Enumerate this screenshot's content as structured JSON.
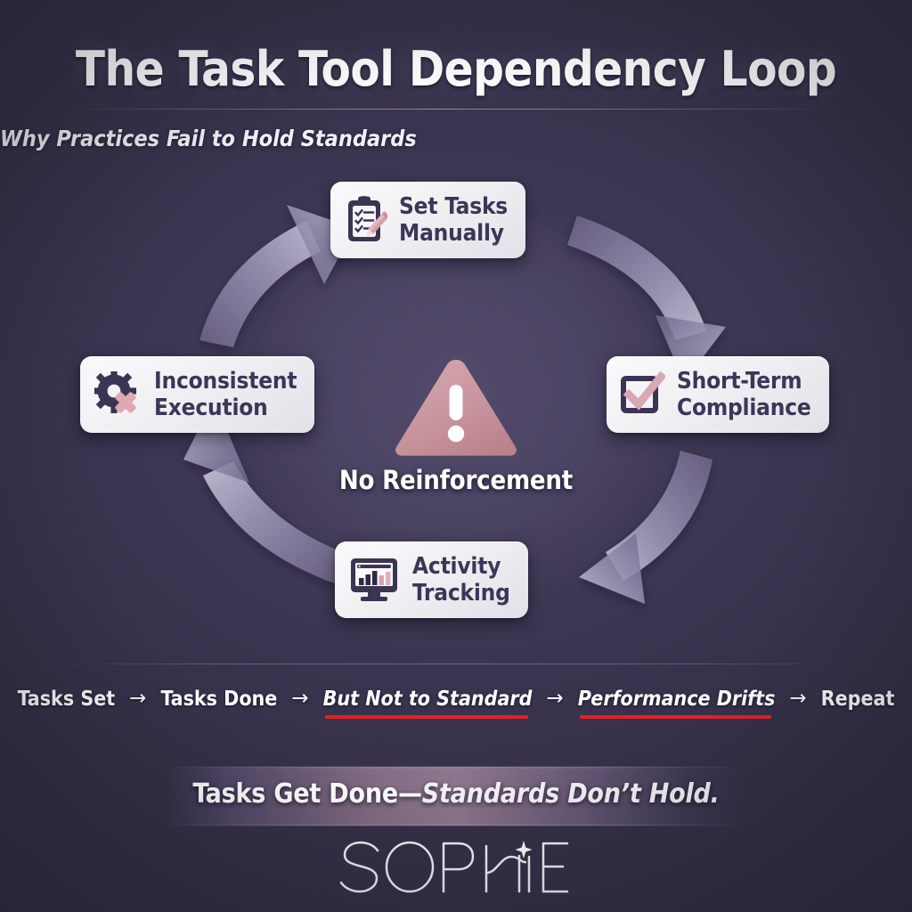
{
  "header": {
    "title": "The Task Tool Dependency Loop",
    "subtitle": "Why Practices Fail to Hold Standards"
  },
  "cycle": {
    "nodes": [
      {
        "id": "set-tasks-manually",
        "label": "Set Tasks\nManually",
        "icon": "clipboard-checklist-pencil-icon",
        "position": "top"
      },
      {
        "id": "short-term-compliance",
        "label": "Short-Term\nCompliance",
        "icon": "checkbox-check-icon",
        "position": "right"
      },
      {
        "id": "activity-tracking",
        "label": "Activity\nTracking",
        "icon": "monitor-bar-chart-icon",
        "position": "bottom"
      },
      {
        "id": "inconsistent-execution",
        "label": "Inconsistent\nExecution",
        "icon": "gear-x-icon",
        "position": "left"
      }
    ],
    "center": {
      "label": "No Reinforcement",
      "icon": "warning-triangle-icon"
    },
    "direction": "clockwise",
    "arrow_count": 4
  },
  "flow": {
    "arrow_glyph": "→",
    "steps": [
      {
        "label": "Tasks Set",
        "emphasis": false,
        "underline": false
      },
      {
        "label": "Tasks Done",
        "emphasis": false,
        "underline": false
      },
      {
        "label": "But Not to Standard",
        "emphasis": true,
        "underline": true
      },
      {
        "label": "Performance Drifts",
        "emphasis": true,
        "underline": true
      },
      {
        "label": "Repeat",
        "emphasis": false,
        "underline": false
      }
    ]
  },
  "tagline": {
    "part1": "Tasks Get Done—",
    "part2": "Standards Don’t Hold."
  },
  "logo": {
    "text": "SOPHIE",
    "mark": "sophie-wordmark-with-sparkle"
  },
  "colors": {
    "background_dark": "#2e2a3e",
    "background_mid": "#4b4361",
    "card_face": "#f1f0f3",
    "card_text": "#3c3659",
    "accent_rose": "#cf9aa6",
    "accent_red": "#e8201f",
    "arrow_band": "#aaa4c0",
    "text_light": "#ffffff"
  }
}
